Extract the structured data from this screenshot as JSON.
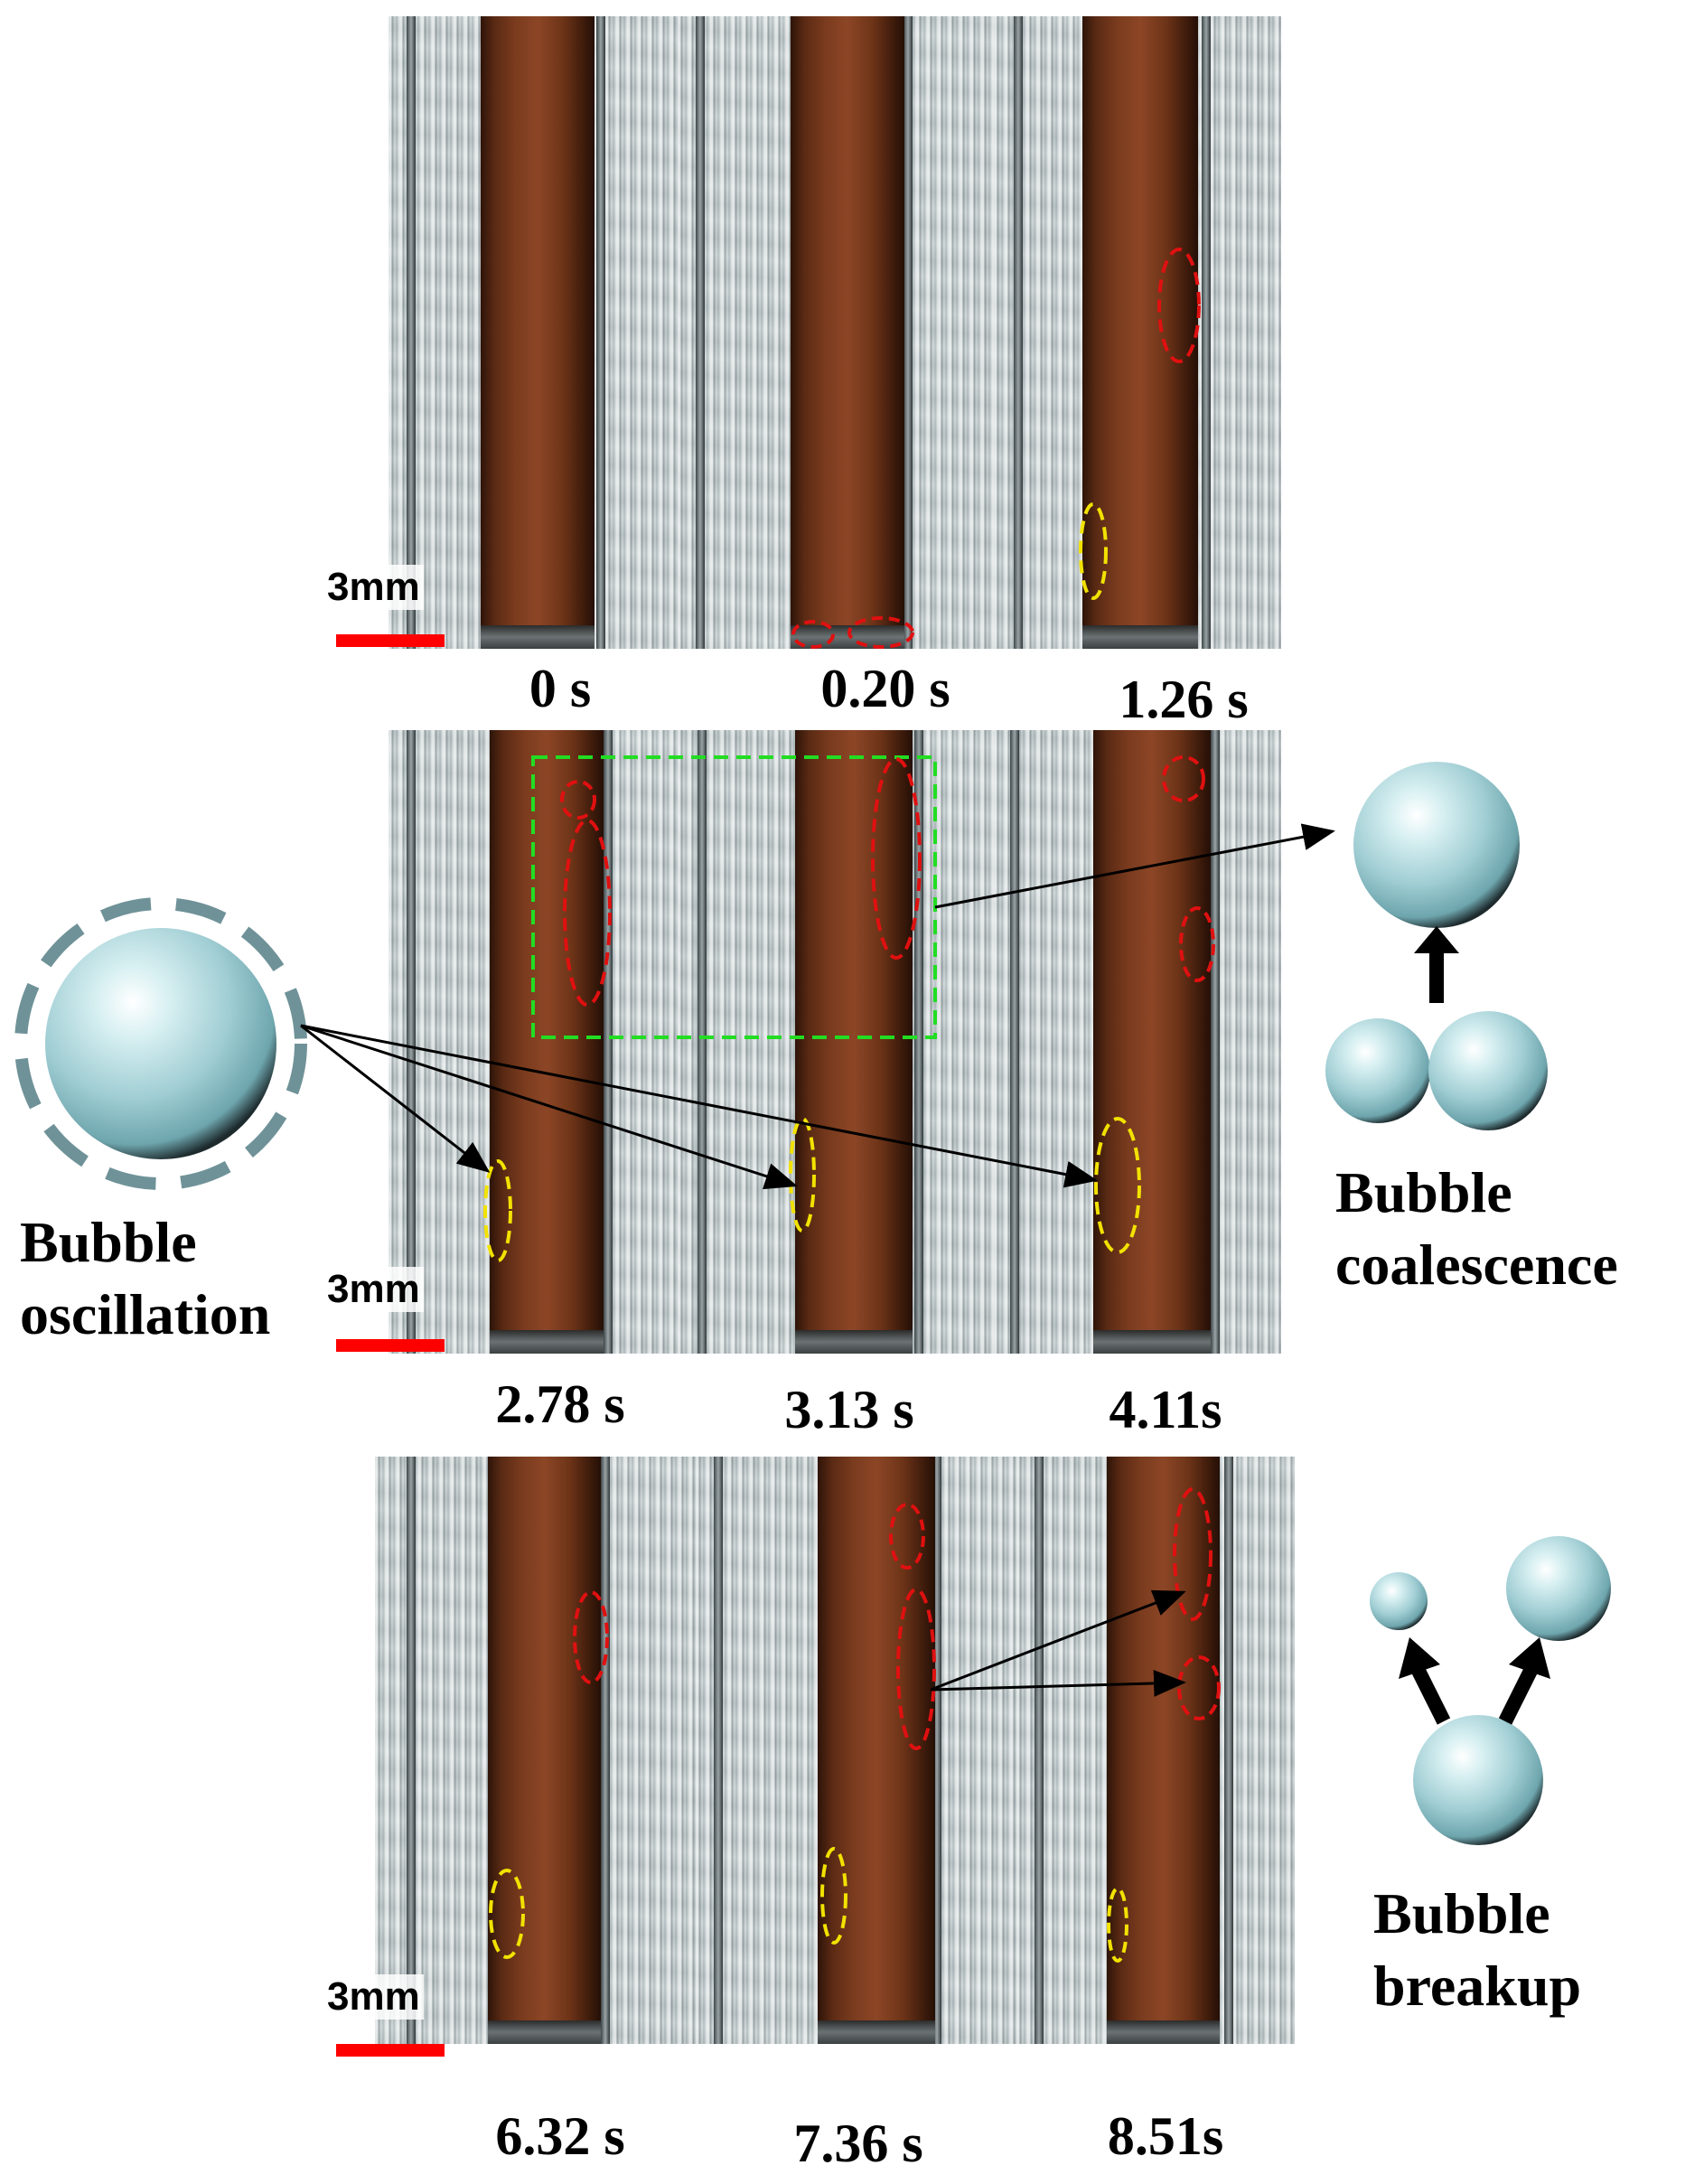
{
  "rows": [
    {
      "scale_label": "3mm",
      "frames": [
        {
          "time": "0 s"
        },
        {
          "time": "0.20 s"
        },
        {
          "time": "1.26 s"
        }
      ]
    },
    {
      "scale_label": "3mm",
      "frames": [
        {
          "time": "2.78 s"
        },
        {
          "time": "3.13 s"
        },
        {
          "time": "4.11s"
        }
      ]
    },
    {
      "scale_label": "3mm",
      "frames": [
        {
          "time": "6.32 s"
        },
        {
          "time": "7.36 s"
        },
        {
          "time": "8.51s"
        }
      ]
    }
  ],
  "annotations": {
    "oscillation": {
      "line1": "Bubble",
      "line2": "oscillation"
    },
    "coalescence": {
      "line1": "Bubble",
      "line2": "coalescence"
    },
    "breakup": {
      "line1": "Bubble",
      "line2": "breakup"
    }
  },
  "colors": {
    "scale_bar": "#ff0000",
    "red_outline": "#e01010",
    "yellow_outline": "#f2e200",
    "green_box": "#22dd22",
    "bubble": "#a9d6dc"
  }
}
